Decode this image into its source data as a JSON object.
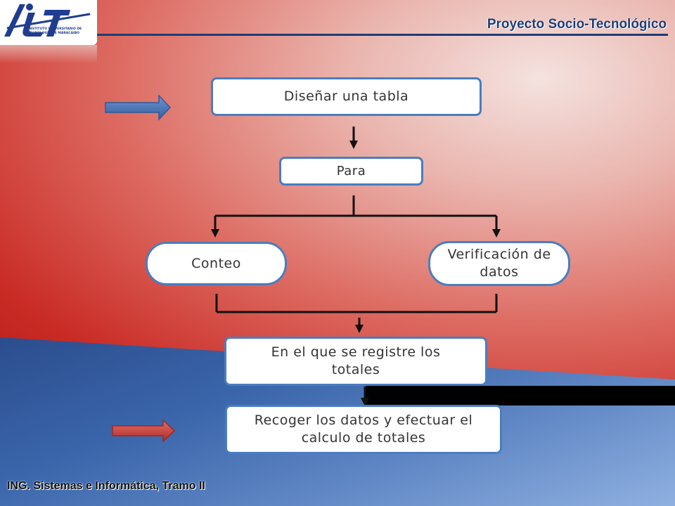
{
  "header": {
    "title": "Proyecto Socio-Tecnológico",
    "logo_text": "IUT",
    "logo_subtext": "INSTITUTO UNIVERSITARIO DE TECNOLOGÍA DE MARACAIBO"
  },
  "footer": {
    "text": "ING. Sistemas e Informática, Tramo II"
  },
  "flow": {
    "step1": "Diseñar una tabla",
    "step2": "Para",
    "branch_left": "Conteo",
    "branch_right": "Verificación de datos",
    "step3": "En el que se registre los totales",
    "step4": "Recoger los datos y efectuar el calculo de totales"
  },
  "colors": {
    "accent_blue": "#4a7dc0",
    "arrow_blue": "#4a73b8",
    "arrow_red": "#c8403c",
    "header_navy": "#1f3c76"
  }
}
